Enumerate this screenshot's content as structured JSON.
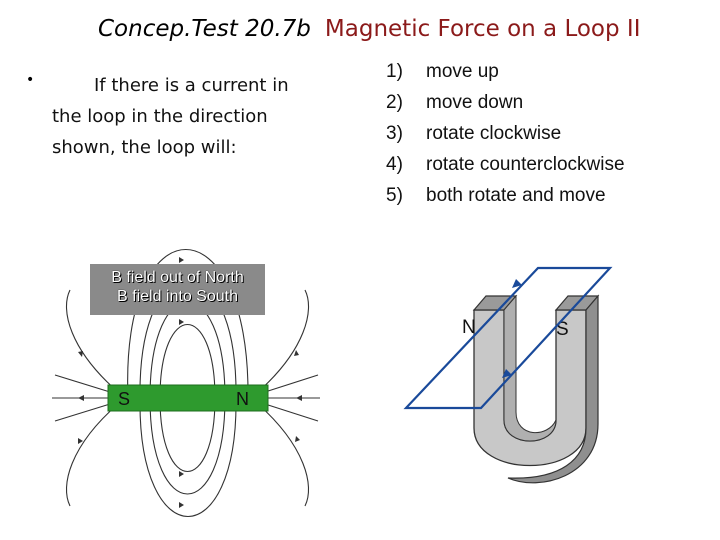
{
  "title": {
    "number": "Concep.Test 20.7b",
    "subject": "Magnetic Force on a Loop II"
  },
  "question": "If there is a current in the loop in the direction shown, the loop will:",
  "bullet": "•",
  "options": [
    {
      "n": "1)",
      "text": "move up"
    },
    {
      "n": "2)",
      "text": "move down"
    },
    {
      "n": "3)",
      "text": "rotate clockwise"
    },
    {
      "n": "4)",
      "text": "rotate counterclockwise"
    },
    {
      "n": "5)",
      "text": "both rotate and move"
    }
  ],
  "field_note": {
    "line1": "B field out of North",
    "line2": "B field into South"
  },
  "bar_magnet": {
    "left_pole": "S",
    "right_pole": "N",
    "color": "#2e9a2e"
  },
  "horseshoe": {
    "left_pole": "N",
    "right_pole": "S",
    "color": "#c0c0c0"
  }
}
